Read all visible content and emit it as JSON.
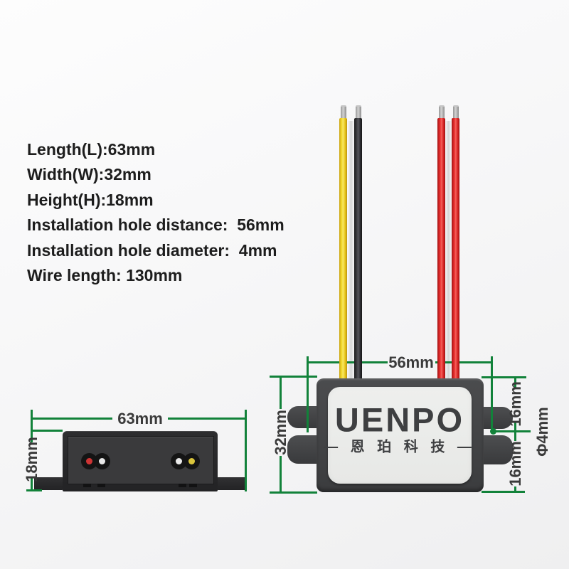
{
  "specs": {
    "items": [
      "Length(L):63mm",
      "Width(W):32mm",
      "Height(H):18mm",
      "Installation hole distance:  56mm",
      "Installation hole diameter:  4mm",
      "Wire length: 130mm"
    ]
  },
  "top_view": {
    "brand": "UENPO",
    "brand_cn": "— 恩 珀 科 技 —",
    "dims": {
      "hole_distance": "56mm",
      "body_width": "32mm",
      "hole_offset_top": "16mm",
      "hole_offset_bottom": "16mm",
      "hole_diameter": "Φ4mm"
    },
    "wires": [
      "yellow",
      "black",
      "red",
      "red"
    ]
  },
  "side_view": {
    "dims": {
      "length": "63mm",
      "height": "18mm"
    }
  },
  "colors": {
    "dimension_green": "#12823a",
    "wire_yellow": "#f2d322",
    "wire_black": "#323234",
    "wire_red": "#e62b2b",
    "body_gray": "#434446",
    "panel_light": "#ecedeb",
    "side_body_dark": "#29292b",
    "label_gray": "#3a3a3a"
  }
}
